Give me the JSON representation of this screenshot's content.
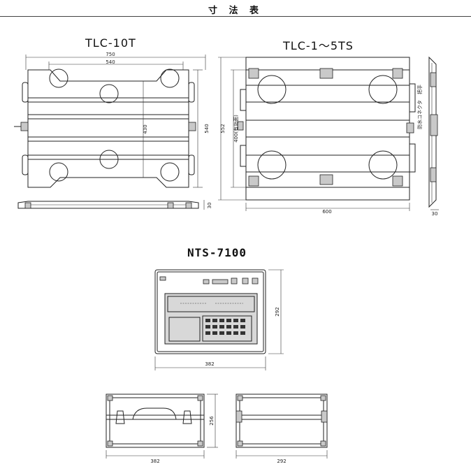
{
  "page_title": "寸 法 表",
  "drawings": {
    "tlc10t": {
      "title": "TLC-10T",
      "dims": {
        "overall_width": "750",
        "inner_width": "540",
        "inner_height": "430",
        "overall_height": "540",
        "thickness": "30"
      }
    },
    "tlc15ts": {
      "title": "TLC-1～5TS",
      "dims": {
        "overall_height": "552",
        "inner_height": "400(有効面)",
        "width": "600",
        "thickness": "30"
      },
      "annotations": {
        "handle": "把手",
        "connector": "防水コネクタ"
      }
    },
    "nts7100": {
      "title": "NTS-7100",
      "front_dims": {
        "width": "382",
        "height": "292"
      },
      "side_dims": {
        "front_width": "382",
        "height": "256",
        "depth": "292"
      }
    }
  }
}
